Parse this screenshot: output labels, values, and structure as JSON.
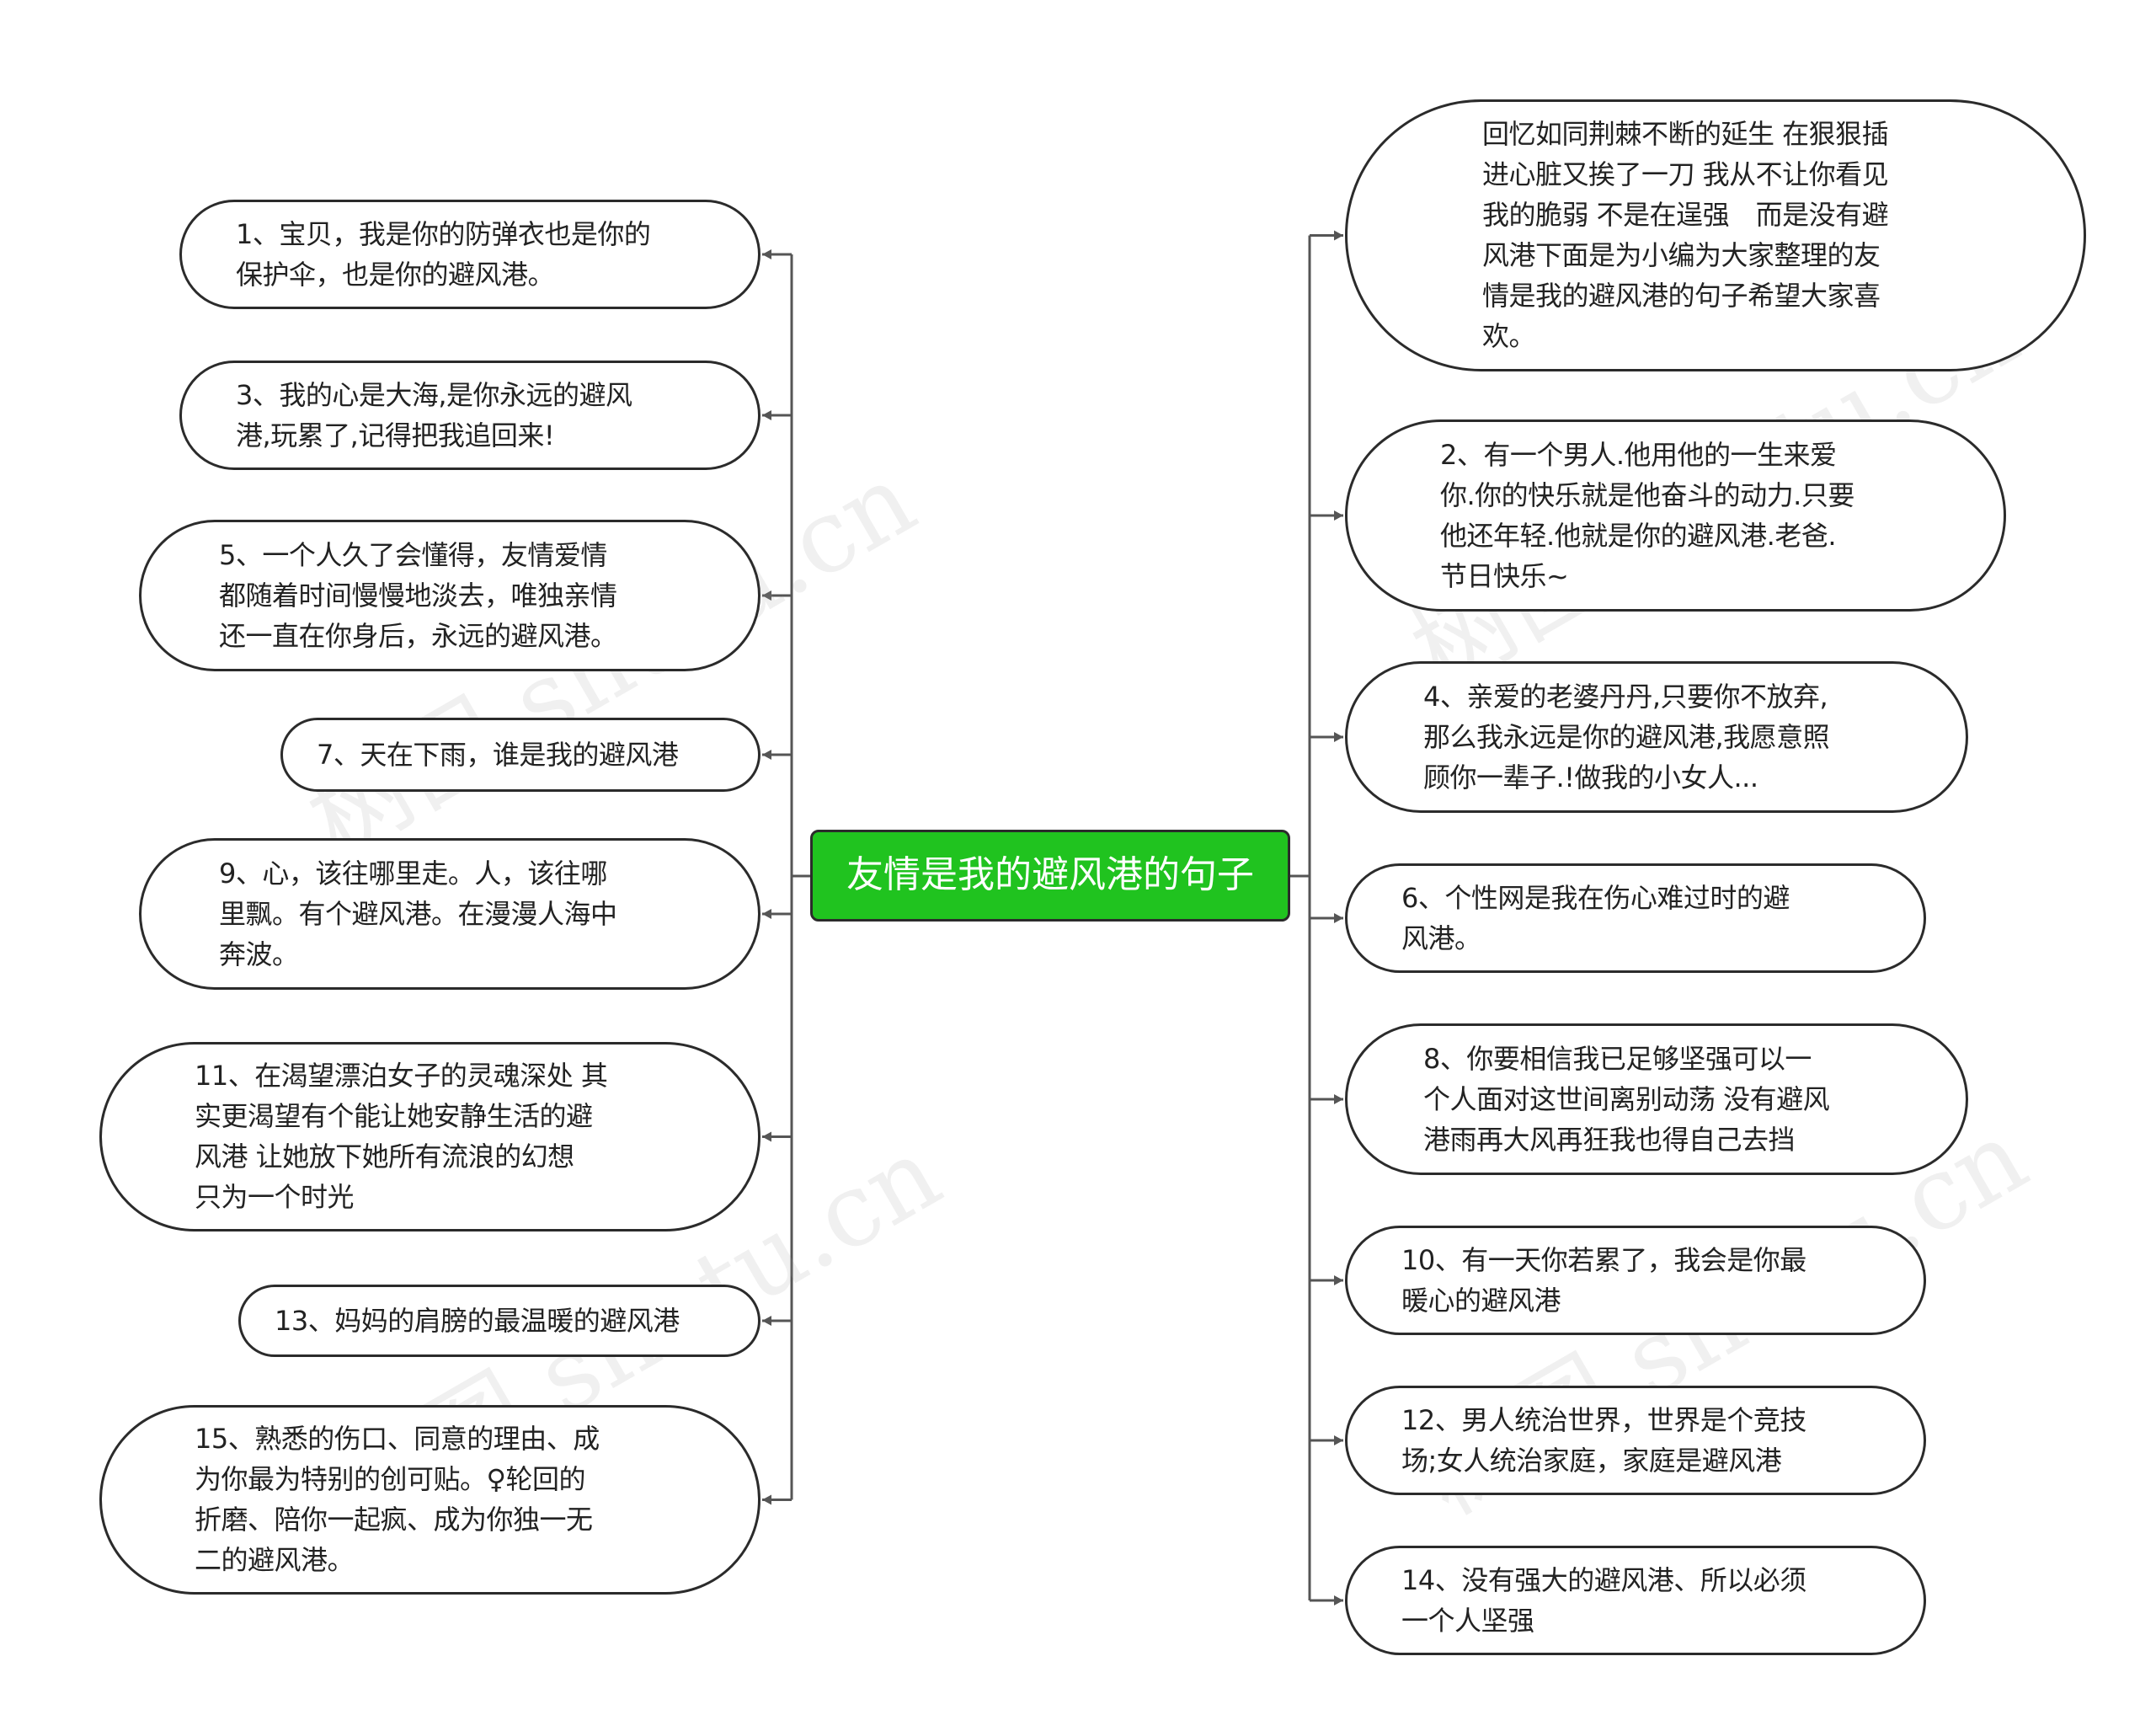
{
  "center": {
    "title": "友情是我的避风港的句子"
  },
  "left_nodes": [
    {
      "lines": [
        "1、宝贝，我是你的防弹衣也是你的",
        "保护伞，也是你的避风港。"
      ]
    },
    {
      "lines": [
        "3、我的心是大海,是你永远的避风",
        "港,玩累了,记得把我追回来!"
      ]
    },
    {
      "lines": [
        "5、一个人久了会懂得，友情爱情",
        "都随着时间慢慢地淡去，唯独亲情",
        "还一直在你身后，永远的避风港。"
      ]
    },
    {
      "lines": [
        "7、天在下雨，谁是我的避风港"
      ]
    },
    {
      "lines": [
        "9、心，该往哪里走。人，该往哪",
        "里飘。有个避风港。在漫漫人海中",
        "奔波。"
      ]
    },
    {
      "lines": [
        "11、在渴望漂泊女子的灵魂深处 其",
        "实更渴望有个能让她安静生活的避",
        "风港 让她放下她所有流浪的幻想",
        "只为一个时光"
      ]
    },
    {
      "lines": [
        "13、妈妈的肩膀的最温暖的避风港"
      ]
    },
    {
      "lines": [
        "15、熟悉的伤口、同意的理由、成",
        "为你最为特别的创可贴。♀轮回的",
        "折磨、陪你一起疯、成为你独一无",
        "二的避风港。"
      ]
    }
  ],
  "right_nodes": [
    {
      "lines": [
        "回忆如同荆棘不断的延生 在狠狠插",
        "进心脏又挨了一刀 我从不让你看见",
        "我的脆弱 不是在逞强　而是没有避",
        "风港下面是为小编为大家整理的友",
        "情是我的避风港的句子希望大家喜",
        "欢。"
      ]
    },
    {
      "lines": [
        "2、有一个男人.他用他的一生来爱",
        "你.你的快乐就是他奋斗的动力.只要",
        "他还年轻.他就是你的避风港.老爸.",
        "节日快乐~"
      ]
    },
    {
      "lines": [
        "4、亲爱的老婆丹丹,只要你不放弃,",
        "那么我永远是你的避风港,我愿意照",
        "顾你一辈子.!做我的小女人..."
      ]
    },
    {
      "lines": [
        "6、个性网是我在伤心难过时的避",
        "风港。"
      ]
    },
    {
      "lines": [
        "8、你要相信我已足够坚强可以一",
        "个人面对这世间离别动荡 没有避风",
        "港雨再大风再狂我也得自己去挡"
      ]
    },
    {
      "lines": [
        "10、有一天你若累了，我会是你最",
        "暖心的避风港"
      ]
    },
    {
      "lines": [
        "12、男人统治世界，世界是个竞技",
        "场;女人统治家庭，家庭是避风港"
      ]
    },
    {
      "lines": [
        "14、没有强大的避风港、所以必须",
        "一个人坚强"
      ]
    }
  ],
  "watermark": "树图 shutu.cn",
  "colors": {
    "center_fill": "#20c31f",
    "border": "#2b2b2b",
    "connector": "#555555"
  }
}
